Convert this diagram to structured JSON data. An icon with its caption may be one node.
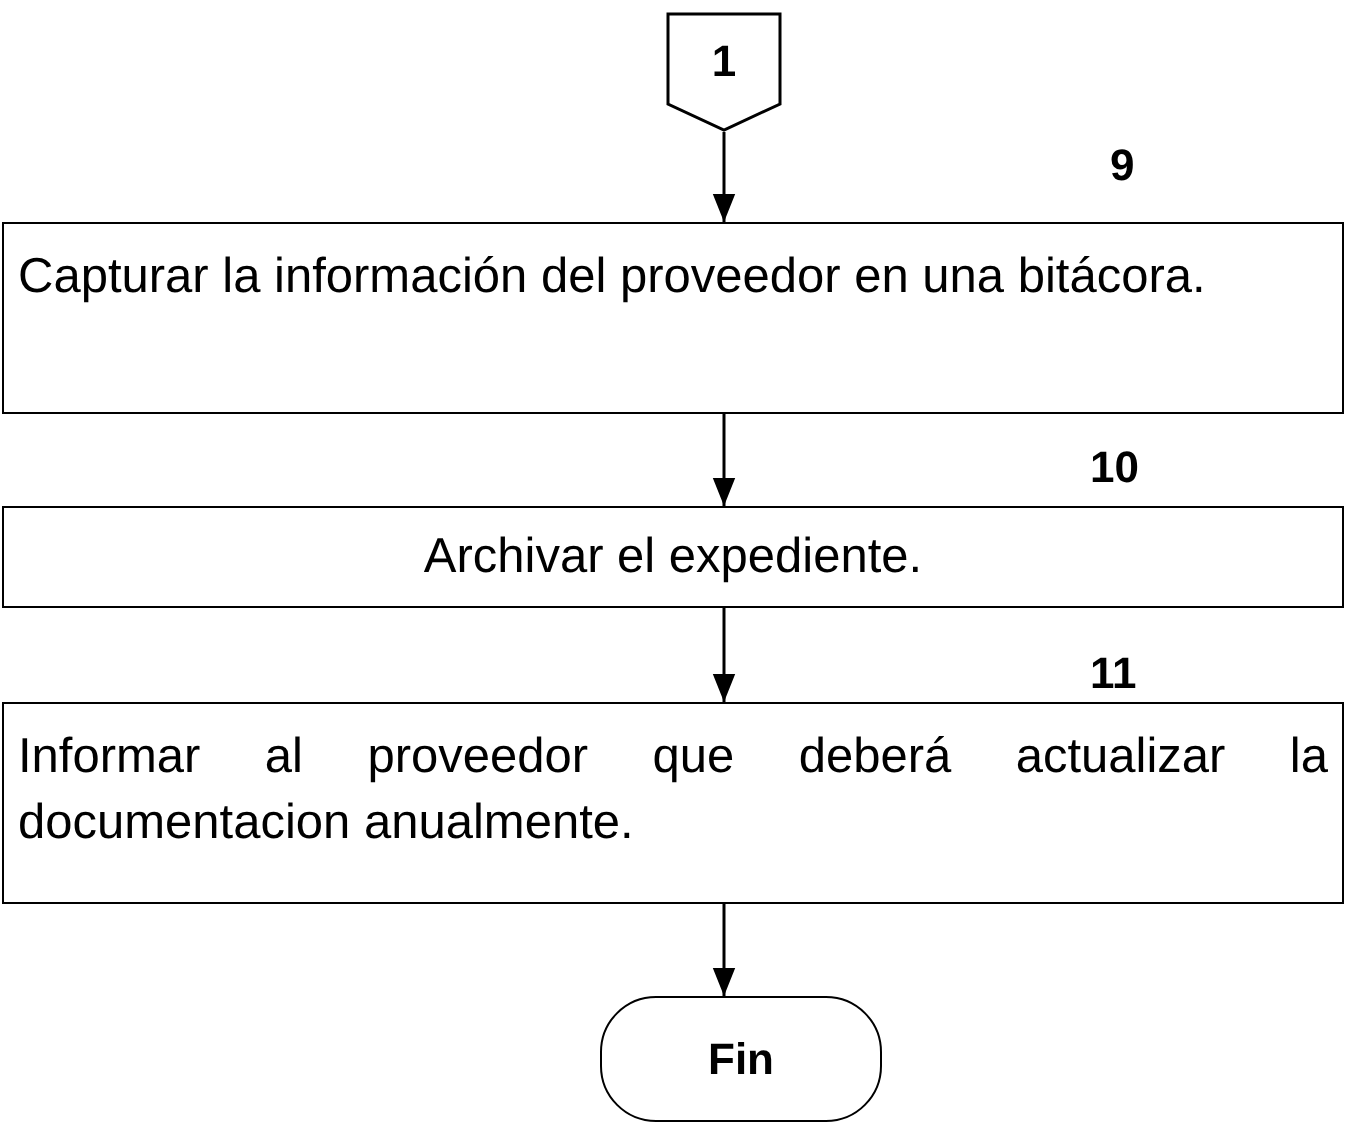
{
  "diagram": {
    "nodes": [
      {
        "text": [
          "1"
        ]
      },
      {
        "text": [
          "Capturar la información del proveedor en una bitácora."
        ],
        "beside": [
          "9"
        ]
      },
      {
        "text": [
          "Archivar el expediente."
        ],
        "beside": [
          "10"
        ]
      },
      {
        "text": [
          "Informar al proveedor que deberá actualizar la documentacion anualmente."
        ],
        "beside": [
          "11"
        ]
      },
      {
        "text": [
          "Fin"
        ]
      }
    ],
    "edges": [
      {
        "from": 0,
        "to": 1,
        "arrow": "to"
      },
      {
        "from": 1,
        "to": 2,
        "arrow": "to"
      },
      {
        "from": 2,
        "to": 3,
        "arrow": "to"
      },
      {
        "from": 3,
        "to": 4,
        "arrow": "to"
      }
    ]
  }
}
